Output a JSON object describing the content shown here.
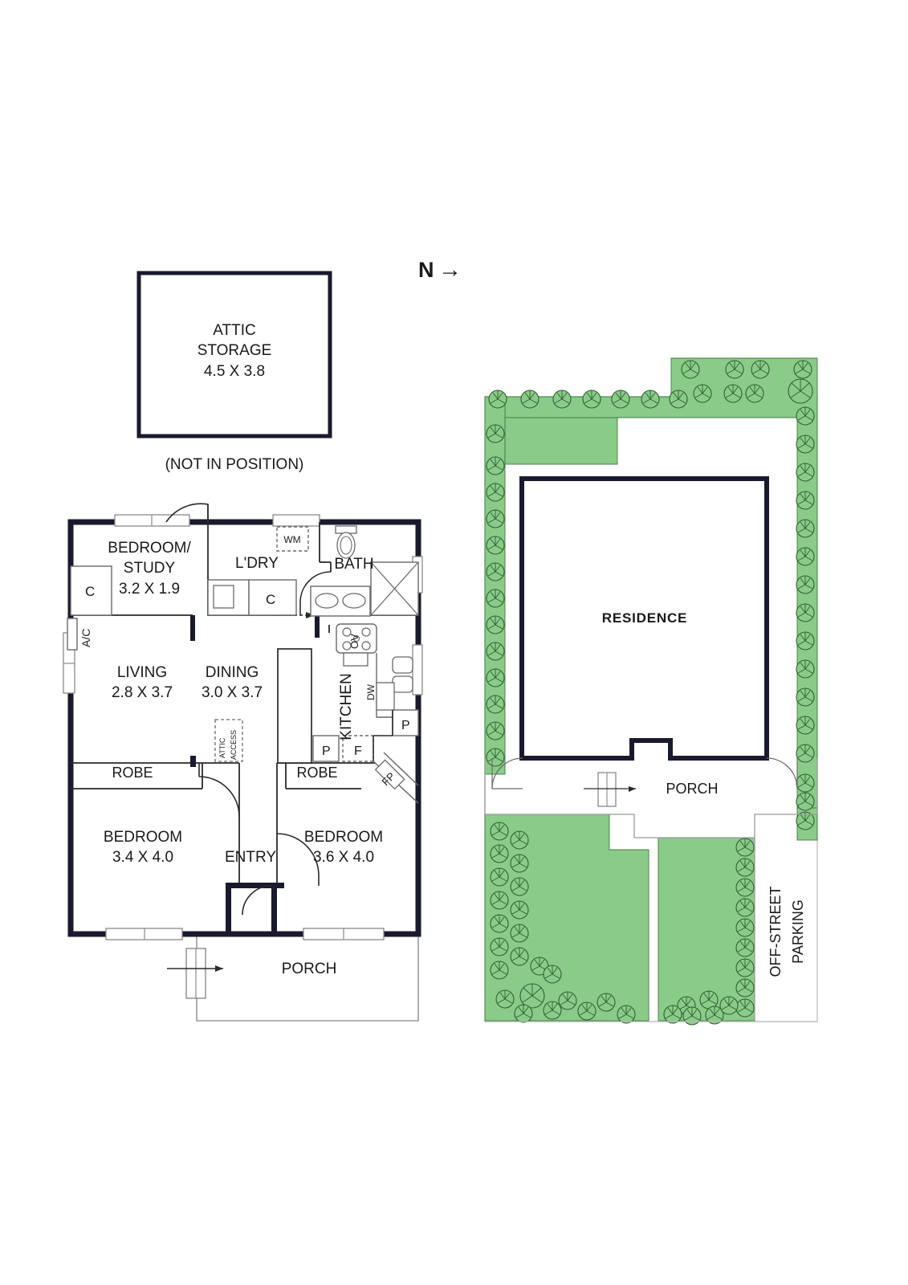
{
  "plan": {
    "north_indicator": {
      "letter": "N",
      "arrow": "→"
    },
    "attic": {
      "line1": "ATTIC",
      "line2": "STORAGE",
      "dims": "4.5 X 3.8",
      "note": "(NOT IN POSITION)"
    },
    "floor_rooms": [
      {
        "name": "BEDROOM/",
        "name2": "STUDY",
        "dims": "3.2 X 1.9"
      },
      {
        "name": "L'DRY",
        "dims": ""
      },
      {
        "name": "BATH",
        "dims": ""
      },
      {
        "name": "LIVING",
        "dims": "2.8 X 3.7"
      },
      {
        "name": "DINING",
        "dims": "3.0 X 3.7"
      },
      {
        "name": "KITCHEN",
        "dims": ""
      },
      {
        "name": "BEDROOM",
        "dims": "3.4 X 4.0"
      },
      {
        "name": "BEDROOM",
        "dims": "3.6 X 4.0"
      },
      {
        "name": "ENTRY",
        "dims": ""
      },
      {
        "name": "PORCH",
        "dims": ""
      }
    ],
    "floor_labels": {
      "bedroom_study_1": "BEDROOM/",
      "bedroom_study_2": "STUDY",
      "bedroom_study_dims": "3.2 X 1.9",
      "ldry": "L'DRY",
      "bath": "BATH",
      "living": "LIVING",
      "living_dims": "2.8 X 3.7",
      "dining": "DINING",
      "dining_dims": "3.0 X 3.7",
      "kitchen": "KITCHEN",
      "bedroom_left": "BEDROOM",
      "bedroom_left_dims": "3.4 X 4.0",
      "bedroom_right": "BEDROOM",
      "bedroom_right_dims": "3.6 X 4.0",
      "entry": "ENTRY",
      "porch": "PORCH",
      "robe_left": "ROBE",
      "robe_right": "ROBE",
      "attic_access_1": "ATTIC",
      "attic_access_2": "ACCESS"
    },
    "fixtures": {
      "closet_left": "C",
      "closet_ldry": "C",
      "washing_machine": "WM",
      "air_conditioner": "A/C",
      "oven": "OV",
      "dishwasher": "DW",
      "pantry_1": "P",
      "pantry_2": "P",
      "fridge": "F",
      "fireplace": "FP"
    },
    "site": {
      "residence": "RESIDENCE",
      "porch": "PORCH",
      "off_street_1": "OFF-STREET",
      "off_street_2": "PARKING"
    },
    "colors": {
      "wall": "#1a1a2e",
      "thin_line": "#4a4a4a",
      "garden_fill": "#8ACB8A",
      "garden_stroke": "#3f7a3f",
      "text": "#1a1a1a",
      "background": "#ffffff"
    }
  }
}
